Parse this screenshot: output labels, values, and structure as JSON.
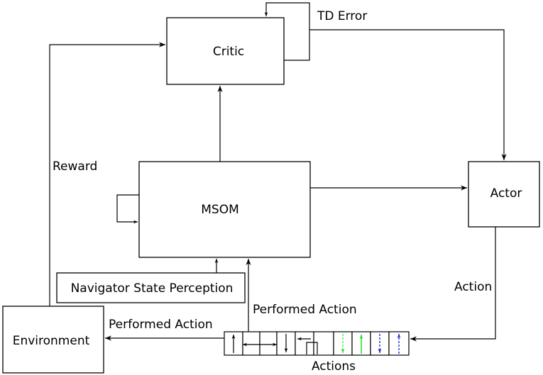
{
  "nodes": {
    "critic": "Critic",
    "msom": "MSOM",
    "actor": "Actor",
    "environment": "Environment",
    "navigator": "Navigator State Perception"
  },
  "edge_labels": {
    "td_error": "TD Error",
    "reward": "Reward",
    "action": "Action",
    "performed_action_up": "Performed Action",
    "performed_action_left": "Performed Action",
    "actions": "Actions"
  },
  "action_cells": [
    {
      "name": "up-arrow",
      "color": "#000000"
    },
    {
      "name": "left-right-arrow",
      "color": "#000000"
    },
    {
      "name": "down-arrow",
      "color": "#000000"
    },
    {
      "name": "turn-left-arrow",
      "color": "#000000"
    },
    {
      "name": "dashed-down-arrow-green",
      "color": "#33ee33"
    },
    {
      "name": "up-arrow-green",
      "color": "#22dd22"
    },
    {
      "name": "dashed-down-arrow-blue",
      "color": "#1a1acc"
    },
    {
      "name": "dashed-up-arrow-blue",
      "color": "#1a1acc"
    }
  ]
}
